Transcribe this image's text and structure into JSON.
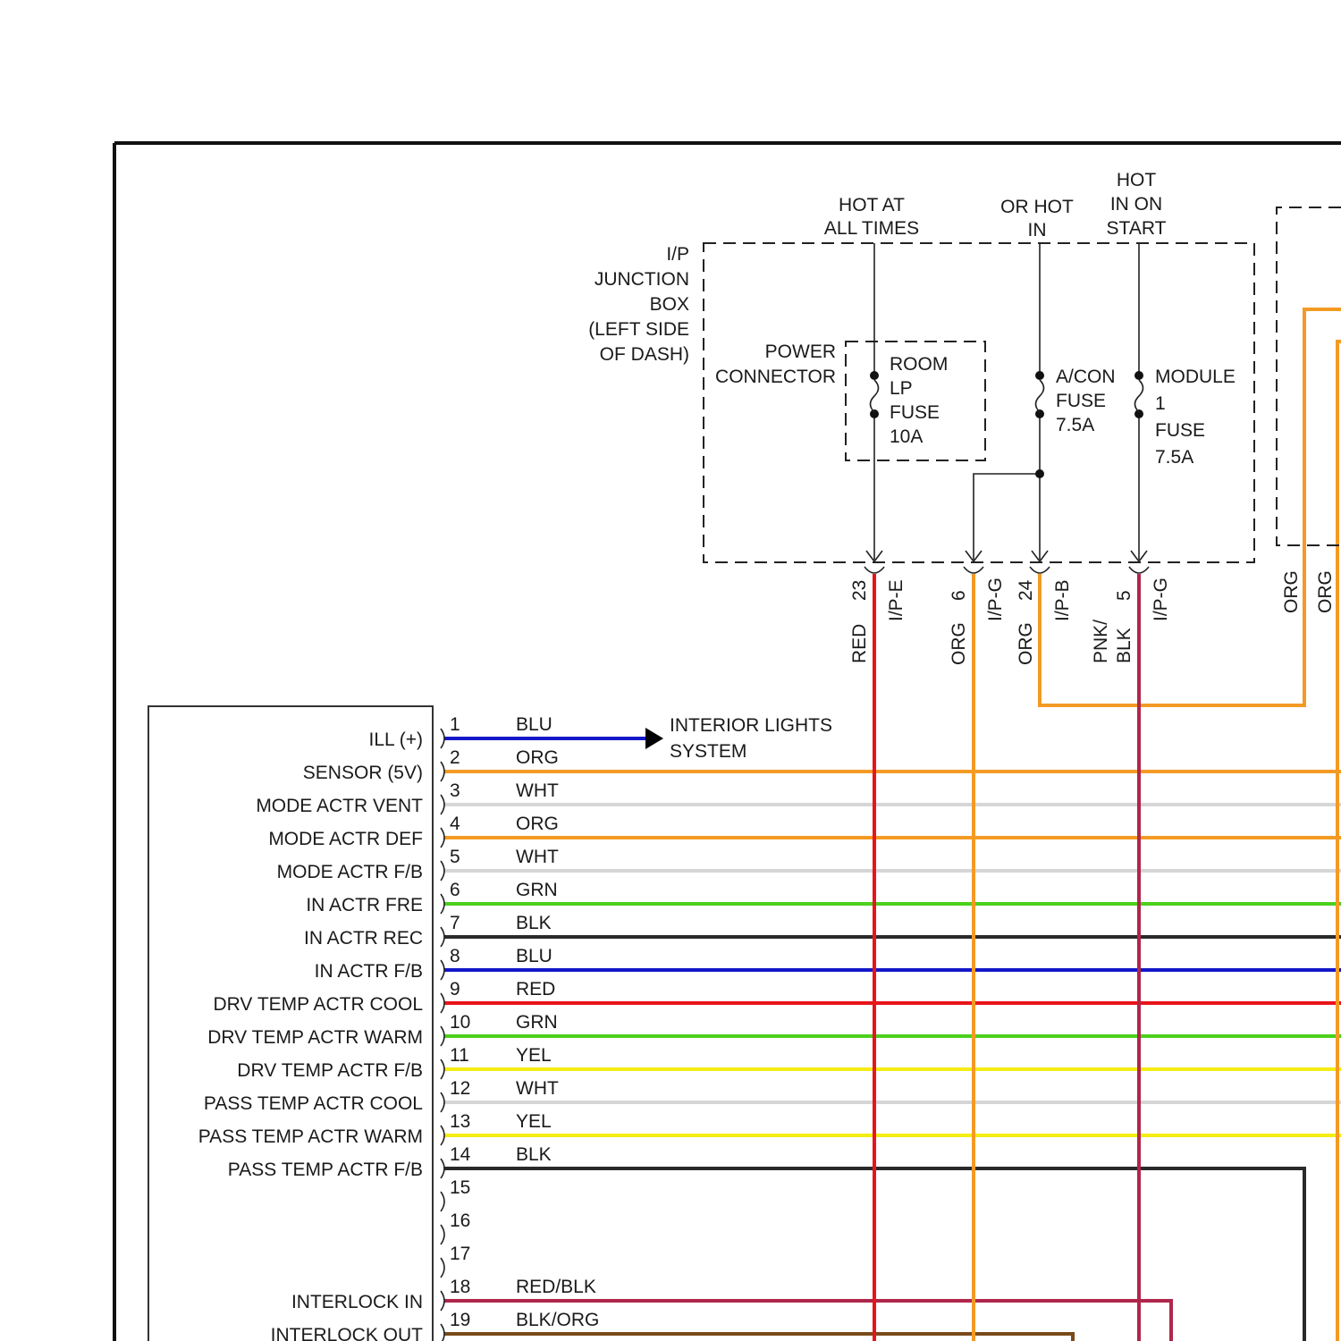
{
  "junction_box": {
    "label": [
      "I/P",
      "JUNCTION",
      "BOX",
      "(LEFT SIDE",
      "OF DASH)"
    ],
    "power_connector": [
      "POWER",
      "CONNECTOR"
    ]
  },
  "supply_labels": {
    "hot_at_all_times": [
      "HOT AT",
      "ALL TIMES"
    ],
    "or_hot_in": [
      "OR HOT",
      "IN"
    ],
    "hot_in_on_start": [
      "HOT",
      "IN ON",
      "START"
    ]
  },
  "fuses": [
    {
      "id": "room_lp",
      "lines": [
        "ROOM",
        "LP",
        "FUSE",
        "10A"
      ]
    },
    {
      "id": "acon",
      "lines": [
        "A/CON",
        "FUSE",
        "7.5A"
      ]
    },
    {
      "id": "module1",
      "lines": [
        "MODULE",
        "1",
        "FUSE",
        "7.5A"
      ]
    }
  ],
  "junction_outputs": [
    {
      "pin": "23",
      "connector": "I/P-E",
      "wire_color": "RED",
      "hex": "#e8141a"
    },
    {
      "pin": "6",
      "connector": "I/P-G",
      "wire_color": "ORG",
      "hex": "#f39a24"
    },
    {
      "pin": "24",
      "connector": "I/P-B",
      "wire_color": "ORG",
      "hex": "#f39a24"
    },
    {
      "pin": "5",
      "connector": "I/P-G",
      "wire_color": [
        "PNK/",
        "BLK"
      ],
      "hex": "#b0264a"
    }
  ],
  "right_box_wires": [
    "ORG",
    "ORG"
  ],
  "interior_lights": [
    "INTERIOR LIGHTS",
    "SYSTEM"
  ],
  "module_pins": [
    {
      "pin": "1",
      "function": "ILL (+)",
      "wire": "BLU",
      "hex": "#1418c8"
    },
    {
      "pin": "2",
      "function": "SENSOR (5V)",
      "wire": "ORG",
      "hex": "#f39a24"
    },
    {
      "pin": "3",
      "function": "MODE ACTR VENT",
      "wire": "WHT",
      "hex": "#d6d6d6"
    },
    {
      "pin": "4",
      "function": "MODE ACTR DEF",
      "wire": "ORG",
      "hex": "#f39a24"
    },
    {
      "pin": "5",
      "function": "MODE ACTR F/B",
      "wire": "WHT",
      "hex": "#d6d6d6"
    },
    {
      "pin": "6",
      "function": "IN ACTR FRE",
      "wire": "GRN",
      "hex": "#4cd01c"
    },
    {
      "pin": "7",
      "function": "IN ACTR REC",
      "wire": "BLK",
      "hex": "#2a2a2a"
    },
    {
      "pin": "8",
      "function": "IN ACTR F/B",
      "wire": "BLU",
      "hex": "#1418c8"
    },
    {
      "pin": "9",
      "function": "DRV TEMP ACTR COOL",
      "wire": "RED",
      "hex": "#e8141a"
    },
    {
      "pin": "10",
      "function": "DRV TEMP ACTR WARM",
      "wire": "GRN",
      "hex": "#4cd01c"
    },
    {
      "pin": "11",
      "function": "DRV TEMP ACTR F/B",
      "wire": "YEL",
      "hex": "#f4ec12"
    },
    {
      "pin": "12",
      "function": "PASS TEMP ACTR COOL",
      "wire": "WHT",
      "hex": "#d6d6d6"
    },
    {
      "pin": "13",
      "function": "PASS TEMP ACTR WARM",
      "wire": "YEL",
      "hex": "#f4ec12"
    },
    {
      "pin": "14",
      "function": "PASS TEMP ACTR F/B",
      "wire": "BLK",
      "hex": "#2a2a2a"
    },
    {
      "pin": "15",
      "function": "",
      "wire": "",
      "hex": ""
    },
    {
      "pin": "16",
      "function": "",
      "wire": "",
      "hex": ""
    },
    {
      "pin": "17",
      "function": "",
      "wire": "",
      "hex": ""
    },
    {
      "pin": "18",
      "function": "INTERLOCK IN",
      "wire": "RED/BLK",
      "hex": "#b0264a"
    },
    {
      "pin": "19",
      "function": "INTERLOCK OUT",
      "wire": "BLK/ORG",
      "hex": "#7a4a1a"
    }
  ]
}
